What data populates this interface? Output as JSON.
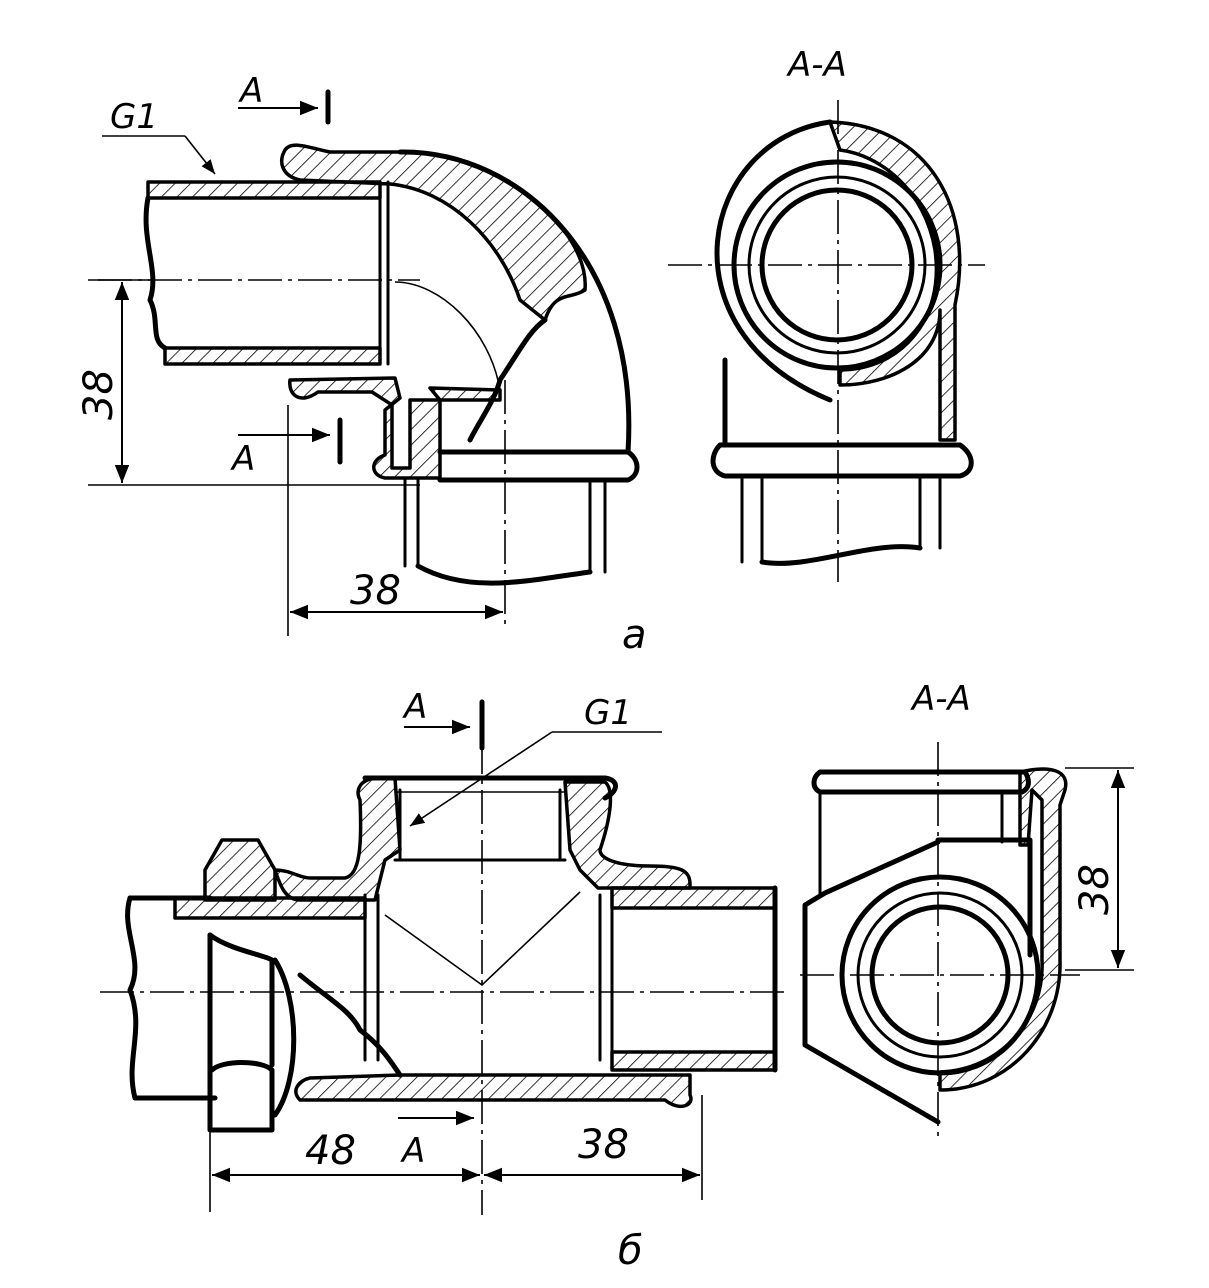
{
  "top": {
    "thread_label": "G1",
    "section_mark_top": "A",
    "section_mark_bottom": "A",
    "section_title": "A-A",
    "dim_vertical": "38",
    "dim_horizontal": "38",
    "caption": "а"
  },
  "bottom": {
    "thread_label": "G1",
    "section_mark_top": "A",
    "section_mark_bottom": "A",
    "section_title": "A-A",
    "dim_left": "48",
    "dim_right": "38",
    "dim_vertical": "38",
    "caption": "б"
  },
  "colors": {
    "line": "#000000",
    "background": "#ffffff"
  }
}
